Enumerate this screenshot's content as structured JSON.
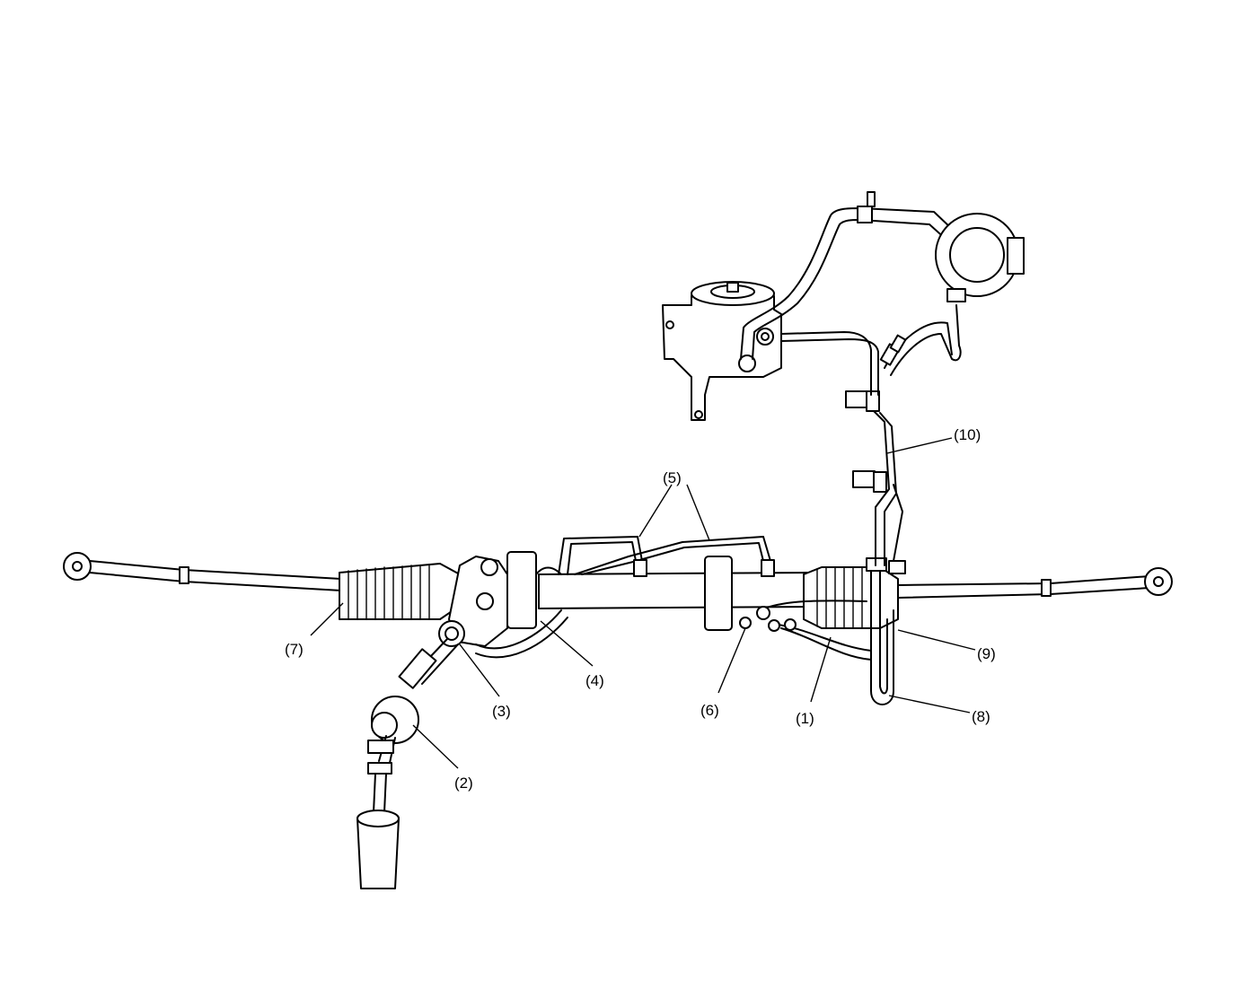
{
  "callouts": [
    {
      "id": "1",
      "text": "(1)"
    },
    {
      "id": "2",
      "text": "(2)"
    },
    {
      "id": "3",
      "text": "(3)"
    },
    {
      "id": "4",
      "text": "(4)"
    },
    {
      "id": "5",
      "text": "(5)"
    },
    {
      "id": "6",
      "text": "(6)"
    },
    {
      "id": "7",
      "text": "(7)"
    },
    {
      "id": "8",
      "text": "(8)"
    },
    {
      "id": "9",
      "text": "(9)"
    },
    {
      "id": "10",
      "text": "(10)"
    }
  ]
}
